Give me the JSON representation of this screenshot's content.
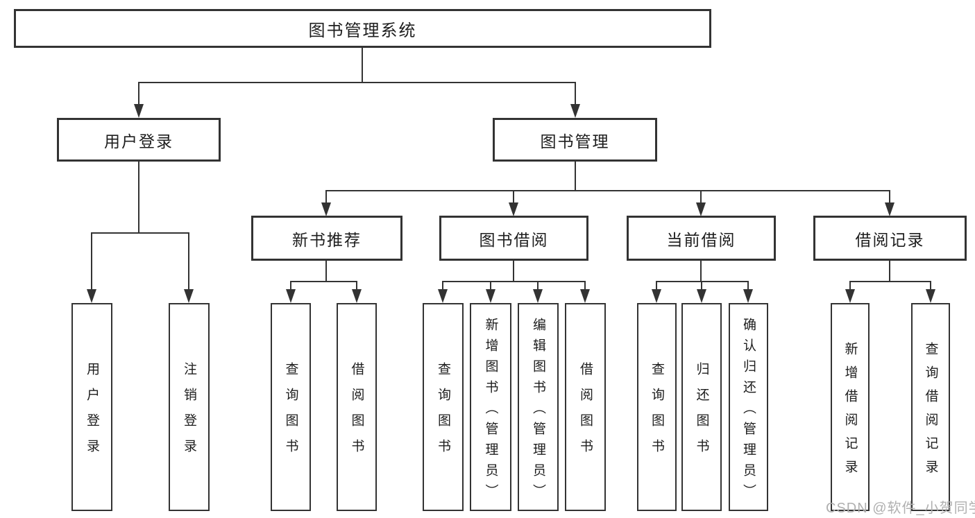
{
  "diagram": {
    "root_label": "图书管理系统",
    "level2": {
      "user_login": "用户登录",
      "book_mgmt": "图书管理"
    },
    "level3": {
      "new_books": "新书推荐",
      "book_borrow": "图书借阅",
      "current_borrow": "当前借阅",
      "borrow_records": "借阅记录"
    },
    "leaves": {
      "user_login": [
        "用户登录",
        "注销登录"
      ],
      "new_books": [
        "查询图书",
        "借阅图书"
      ],
      "book_borrow": [
        "查询图书",
        "新增图书（管理员）",
        "编辑图书（管理员）",
        "借阅图书"
      ],
      "current_borrow": [
        "查询图书",
        "归还图书",
        "确认归还（管理员）"
      ],
      "borrow_records": [
        "新增借阅记录",
        "查询借阅记录"
      ]
    }
  },
  "watermark": "CSDN @软件_小贺同学",
  "colors": {
    "line": "#333333",
    "text": "#1d1d1d",
    "watermark": "#b0b0b0",
    "background": "#ffffff"
  }
}
